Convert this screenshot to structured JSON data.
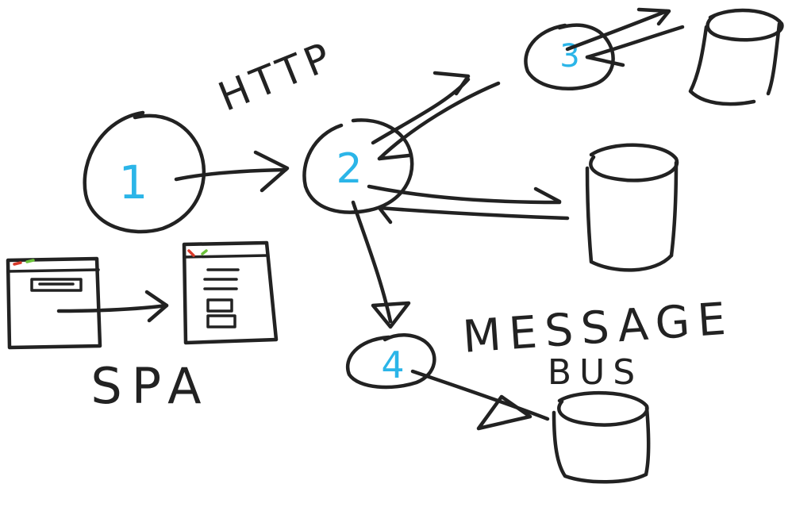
{
  "labels": {
    "http": "HTTP",
    "spa": "SPA",
    "message_bus_line1": "MESSAGE",
    "message_bus_line2": "BUS"
  },
  "nodes": [
    {
      "id": "1",
      "label": "1"
    },
    {
      "id": "2",
      "label": "2"
    },
    {
      "id": "3",
      "label": "3"
    },
    {
      "id": "4",
      "label": "4"
    }
  ],
  "colors": {
    "ink": "#222222",
    "node_number": "#2bb5e8",
    "window_dot_red": "#d83a2a",
    "window_dot_green": "#6cc23a",
    "background": "#ffffff"
  }
}
